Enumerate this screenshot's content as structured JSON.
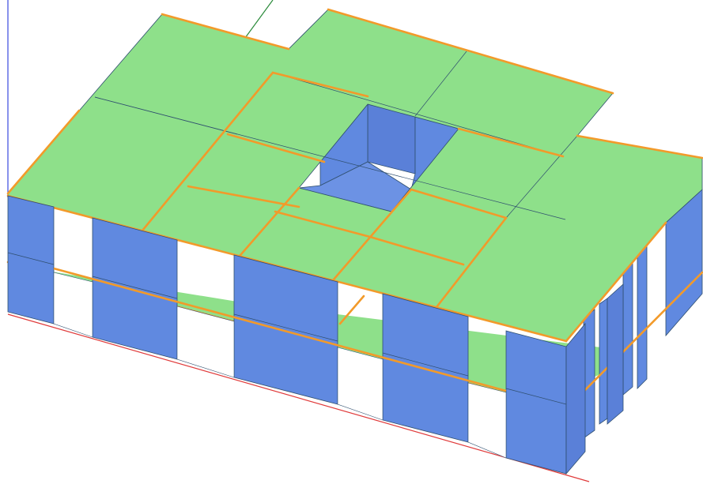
{
  "viewport": {
    "background": "#ffffff",
    "view": "3d-isometric-structural-model"
  },
  "colors": {
    "slab": "#8ee08a",
    "wall": "#6089e0",
    "wall_dark": "#5a80d8",
    "beam": "#f29a2a",
    "edge": "#2f4f6f",
    "axis_x": "#e03a3a",
    "axis_y": "#2a8a3a",
    "axis_z": "#3a4ae0"
  },
  "model": {
    "storeys": 2,
    "roof_slab_panels": 18,
    "opening": "atrium"
  },
  "axes": [
    "x-axis",
    "y-axis",
    "z-axis"
  ]
}
